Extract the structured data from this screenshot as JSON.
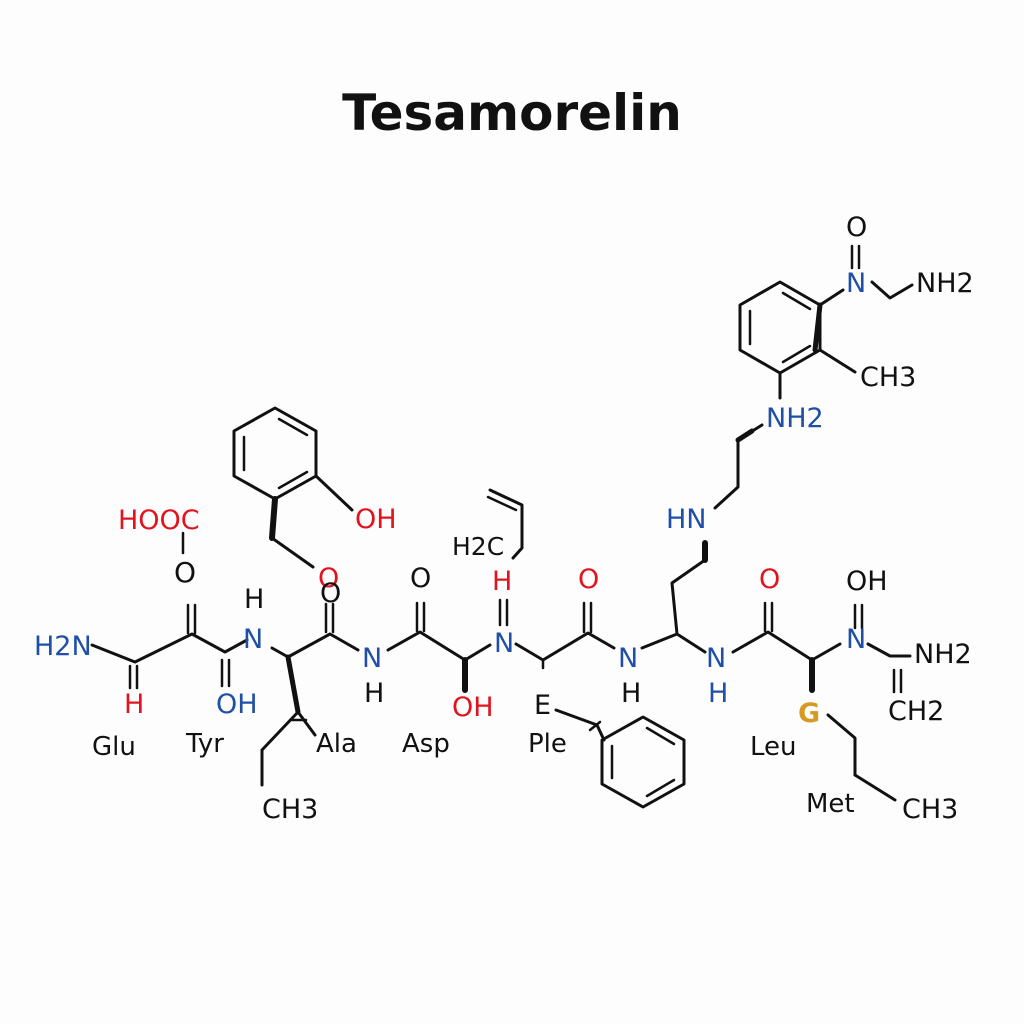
{
  "title": "Tesamorelin",
  "colors": {
    "bond": "#111111",
    "carbon": "#111111",
    "nitrogen": "#1f4fa6",
    "oxygen": "#e0141e",
    "sulfur": "#d49a24",
    "background": "#fdfdfd"
  },
  "labels": {
    "hooc": "HOOC",
    "o_glu": "O",
    "h2n_left": "H2N",
    "h_glu": "H",
    "h_tyr": "H",
    "n_tyr": "N",
    "oh_tyr": "OH",
    "oh_phenol": "OH",
    "o_tyr_side": "O",
    "o_ala": "O",
    "nh_ala": "N",
    "h_ala": "H",
    "o_asp": "O",
    "oh_asp": "OH",
    "h2c_vinyl": "H2C",
    "h_red": "H",
    "n_ile": "N",
    "o_ile": "O",
    "e_ile": "E",
    "nh_phe": "N",
    "h_phe": "H",
    "hn_chain": "HN",
    "nh2_aryl": "NH2",
    "o_top": "O",
    "n_top": "N",
    "nh2_top": "NH2",
    "ch3_aryl": "CH3",
    "nh_leu": "N",
    "h_leu": "H",
    "o_leu": "O",
    "oh_met": "OH",
    "n_met": "N",
    "nh2_met": "NH2",
    "ch2_met": "CH2",
    "s_met": "G",
    "ch3_tyr": "CH3",
    "ch3_met": "CH3"
  },
  "residues": {
    "glu": "Glu",
    "tyr": "Tyr",
    "ala": "Ala",
    "asp": "Asp",
    "ile": "Ple",
    "leu": "Leu",
    "met": "Met"
  }
}
